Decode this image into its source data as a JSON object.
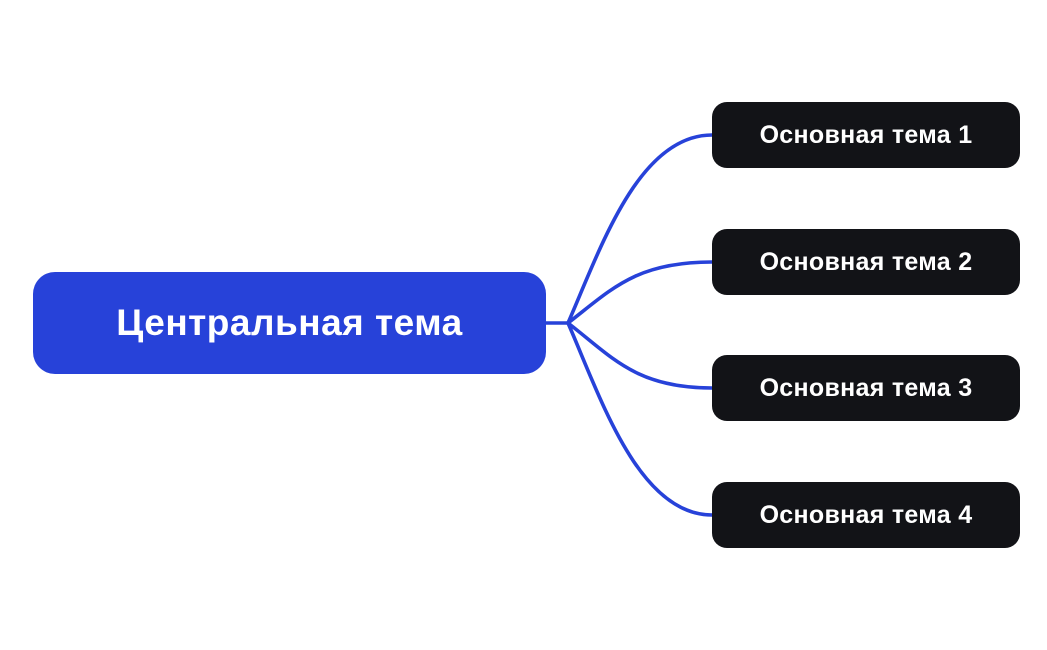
{
  "canvas": {
    "background_color": "#ffffff"
  },
  "connectors": {
    "color": "#2742d9",
    "stroke_width": 3.6
  },
  "mindmap": {
    "root": {
      "label": "Центральная тема",
      "background_color": "#2742d9",
      "text_color": "#ffffff"
    },
    "branches": [
      {
        "label": "Основная тема 1",
        "background_color": "#121317",
        "text_color": "#ffffff"
      },
      {
        "label": "Основная тема 2",
        "background_color": "#121317",
        "text_color": "#ffffff"
      },
      {
        "label": "Основная тема 3",
        "background_color": "#121317",
        "text_color": "#ffffff"
      },
      {
        "label": "Основная тема 4",
        "background_color": "#121317",
        "text_color": "#ffffff"
      }
    ]
  }
}
